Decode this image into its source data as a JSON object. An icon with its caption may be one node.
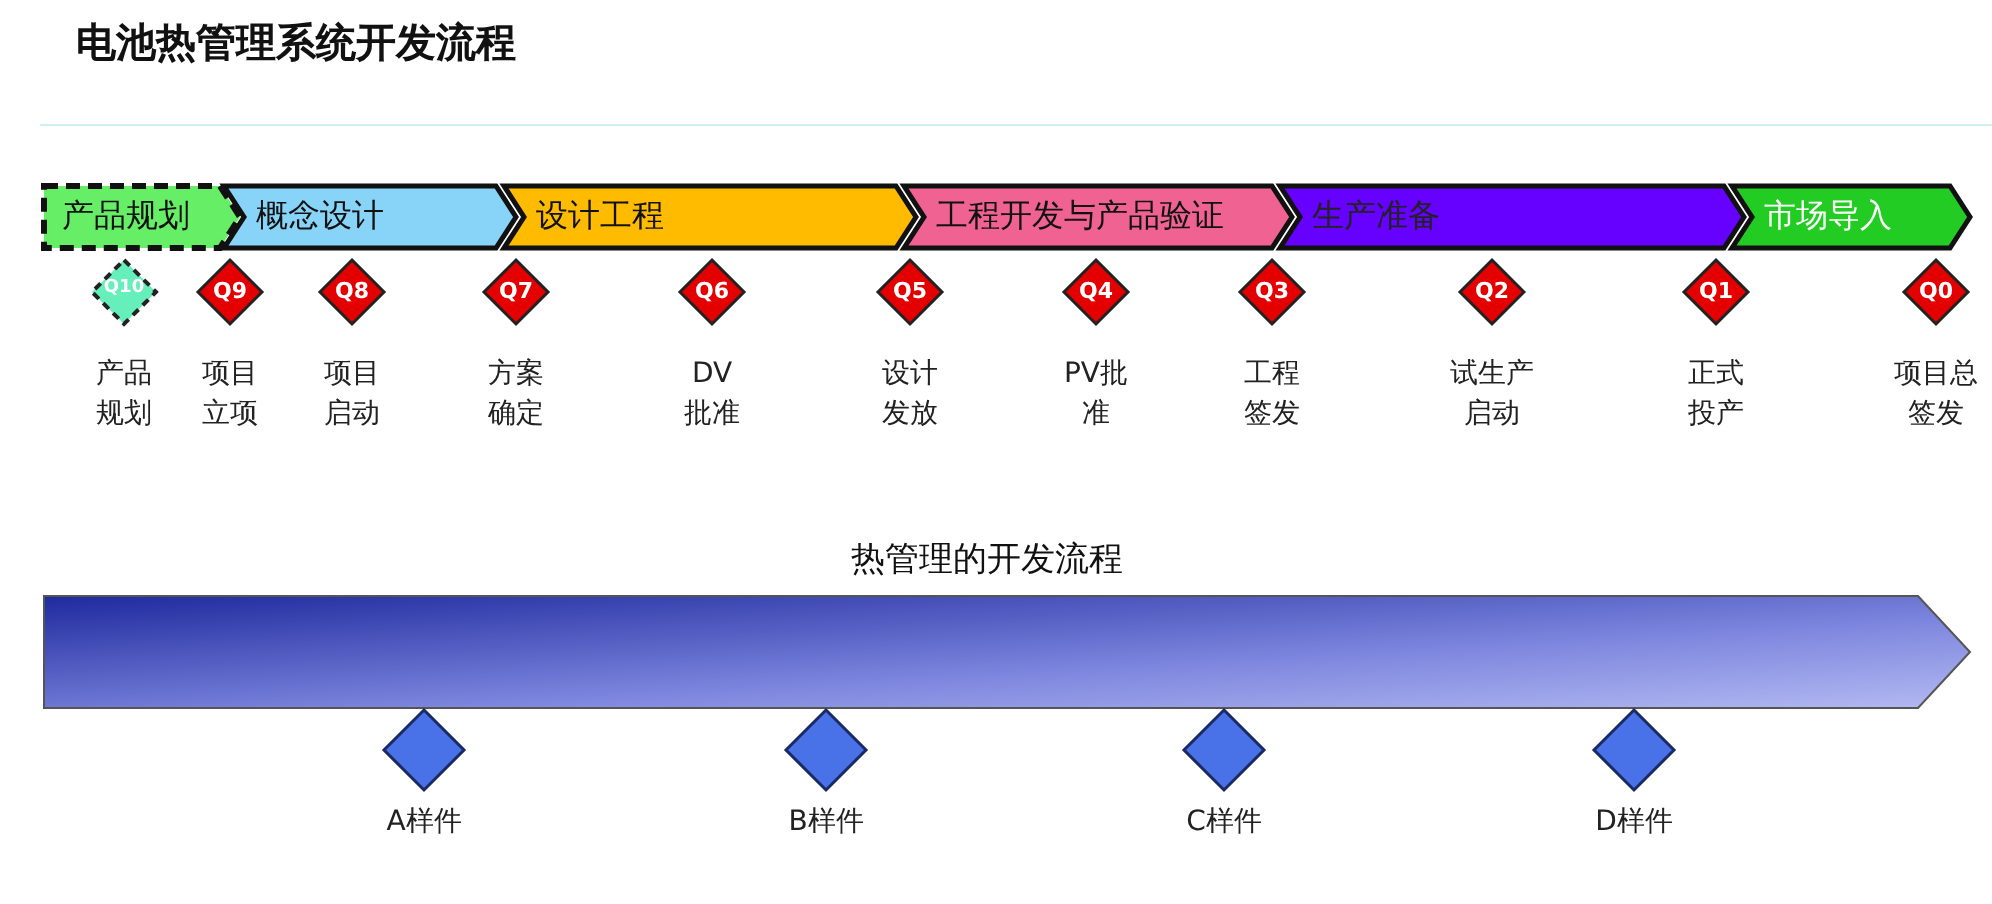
{
  "diagram": {
    "title": "电池热管理系统开发流程",
    "nodes": [
      {
        "text": [
          "产品规划"
        ]
      },
      {
        "text": [
          "概念设计"
        ]
      },
      {
        "text": [
          "设计工程"
        ]
      },
      {
        "text": [
          "工程开发与产品验证"
        ]
      },
      {
        "text": [
          "生产准备"
        ]
      },
      {
        "text": [
          "市场导入"
        ]
      },
      {
        "text": [
          "Q10"
        ],
        "beside": [
          "产品规划"
        ]
      },
      {
        "text": [
          "Q9"
        ],
        "beside": [
          "项目立项"
        ]
      },
      {
        "text": [
          "Q8"
        ],
        "beside": [
          "项目启动"
        ]
      },
      {
        "text": [
          "Q7"
        ],
        "beside": [
          "方案确定"
        ]
      },
      {
        "text": [
          "Q6"
        ],
        "beside": [
          "DV批准"
        ]
      },
      {
        "text": [
          "Q5"
        ],
        "beside": [
          "设计发放"
        ]
      },
      {
        "text": [
          "Q4"
        ],
        "beside": [
          "PV批准"
        ]
      },
      {
        "text": [
          "Q3"
        ],
        "beside": [
          "工程签发"
        ]
      },
      {
        "text": [
          "Q2"
        ],
        "beside": [
          "试生产启动"
        ]
      },
      {
        "text": [
          "Q1"
        ],
        "beside": [
          "正式投产"
        ]
      },
      {
        "text": [
          "Q0"
        ],
        "beside": [
          "项目总签发"
        ]
      },
      {
        "text": [
          "热管理的开发流程"
        ]
      },
      {
        "text": [],
        "shape": "diamond",
        "beside": [
          "A样件"
        ]
      },
      {
        "text": [],
        "shape": "diamond",
        "beside": [
          "B样件"
        ]
      },
      {
        "text": [],
        "shape": "diamond",
        "beside": [
          "C样件"
        ]
      },
      {
        "text": [],
        "shape": "diamond",
        "beside": [
          "D样件"
        ]
      }
    ],
    "edges": []
  }
}
